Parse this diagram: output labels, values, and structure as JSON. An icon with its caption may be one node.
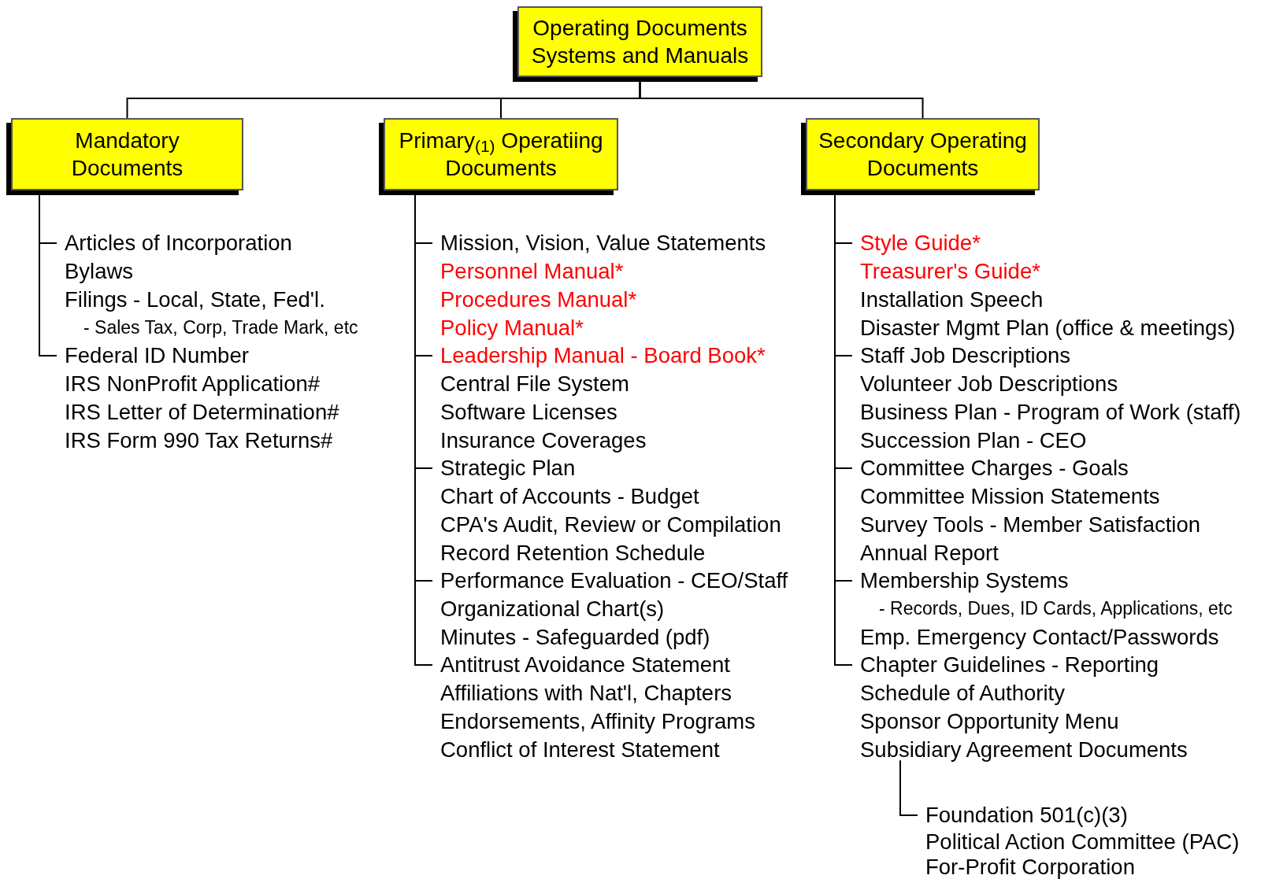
{
  "diagram": {
    "nodes": [
      {
        "text": [
          "Operating Documents Systems and Manuals"
        ]
      },
      {
        "text": [
          "Mandatory Documents"
        ]
      },
      {
        "text": [
          "Primary$_{(1)}$ Operatiing Documents"
        ]
      },
      {
        "text": [
          "Secondary Operating Documents"
        ]
      },
      {
        "text": [
          "Articles of Incorporation"
        ]
      },
      {
        "text": [
          "Bylaws"
        ]
      },
      {
        "text": [
          "Filings - Local, State, Fed'l."
        ]
      },
      {
        "text": [
          "- Sales Tax, Corp, Trade Mark, etc"
        ]
      },
      {
        "text": [
          "Federal ID Number"
        ]
      },
      {
        "text": [
          "IRS NonProfit Application#"
        ]
      },
      {
        "text": [
          "IRS Letter of Determination#"
        ]
      },
      {
        "text": [
          "IRS Form 990 Tax Returns#"
        ]
      },
      {
        "text": [
          "Mission, Vision, Value Statements"
        ]
      },
      {
        "text": [
          "Personnel Manual*"
        ]
      },
      {
        "text": [
          "Procedures Manual*"
        ]
      },
      {
        "text": [
          "Policy Manual*"
        ]
      },
      {
        "text": [
          "Leadership Manual - Board Book*"
        ]
      },
      {
        "text": [
          "Central File System"
        ]
      },
      {
        "text": [
          "Software Licenses"
        ]
      },
      {
        "text": [
          "Insurance Coverages"
        ]
      },
      {
        "text": [
          "Strategic Plan"
        ]
      },
      {
        "text": [
          "Chart of Accounts - Budget"
        ]
      },
      {
        "text": [
          "CPA's Audit, Review or Compilation"
        ]
      },
      {
        "text": [
          "Record Retention Schedule"
        ]
      },
      {
        "text": [
          "Performance Evaluation - CEO/Staff"
        ]
      },
      {
        "text": [
          "Organizational Chart(s)"
        ]
      },
      {
        "text": [
          "Minutes - Safeguarded (pdf)"
        ]
      },
      {
        "text": [
          "Antitrust Avoidance Statement"
        ]
      },
      {
        "text": [
          "Affiliations with Nat'l, Chapters"
        ]
      },
      {
        "text": [
          "Endorsements, Affinity Programs"
        ]
      },
      {
        "text": [
          "Conflict of Interest Statement"
        ]
      },
      {
        "text": [
          "Style Guide*"
        ]
      },
      {
        "text": [
          "Treasurer's Guide*"
        ]
      },
      {
        "text": [
          "Installation Speech"
        ]
      },
      {
        "text": [
          "Disaster Mgmt Plan (office & meetings)"
        ]
      },
      {
        "text": [
          "Staff Job Descriptions"
        ]
      },
      {
        "text": [
          "Volunteer Job Descriptions"
        ]
      },
      {
        "text": [
          "Business Plan - Program of Work (staff)"
        ]
      },
      {
        "text": [
          "Succession Plan - CEO"
        ]
      },
      {
        "text": [
          "Committee Charges - Goals"
        ]
      },
      {
        "text": [
          "Committee Mission Statements"
        ]
      },
      {
        "text": [
          "Survey Tools - Member Satisfaction"
        ]
      },
      {
        "text": [
          "Annual Report"
        ]
      },
      {
        "text": [
          "Membership Systems"
        ]
      },
      {
        "text": [
          "- Records, Dues, ID Cards, Applications, etc"
        ]
      },
      {
        "text": [
          "Emp. Emergency Contact/Passwords"
        ]
      },
      {
        "text": [
          "Chapter Guidelines - Reporting"
        ]
      },
      {
        "text": [
          "Schedule of Authority"
        ]
      },
      {
        "text": [
          "Sponsor Opportunity Menu"
        ]
      },
      {
        "text": [
          "Subsidiary Agreement Documents"
        ]
      },
      {
        "text": [
          "Foundation 501(c)(3)"
        ]
      },
      {
        "text": [
          "Political Action Committee (PAC)"
        ]
      },
      {
        "text": [
          "For-Profit Corporation"
        ]
      }
    ],
    "edges": [
      {
        "from": 0,
        "to": 1,
        "arrow": "none"
      },
      {
        "from": 0,
        "to": 2,
        "arrow": "none"
      },
      {
        "from": 0,
        "to": 3,
        "arrow": "none"
      },
      {
        "from": 1,
        "to": 4,
        "arrow": "none"
      },
      {
        "from": 1,
        "to": 8,
        "arrow": "none"
      },
      {
        "from": 2,
        "to": 12,
        "arrow": "none"
      },
      {
        "from": 2,
        "to": 16,
        "arrow": "none"
      },
      {
        "from": 2,
        "to": 20,
        "arrow": "none"
      },
      {
        "from": 2,
        "to": 24,
        "arrow": "none"
      },
      {
        "from": 2,
        "to": 27,
        "arrow": "none"
      },
      {
        "from": 3,
        "to": 31,
        "arrow": "none"
      },
      {
        "from": 3,
        "to": 35,
        "arrow": "none"
      },
      {
        "from": 3,
        "to": 39,
        "arrow": "none"
      },
      {
        "from": 3,
        "to": 43,
        "arrow": "none"
      },
      {
        "from": 3,
        "to": 46,
        "arrow": "none"
      },
      {
        "from": 49,
        "to": 50,
        "arrow": "none"
      }
    ]
  }
}
